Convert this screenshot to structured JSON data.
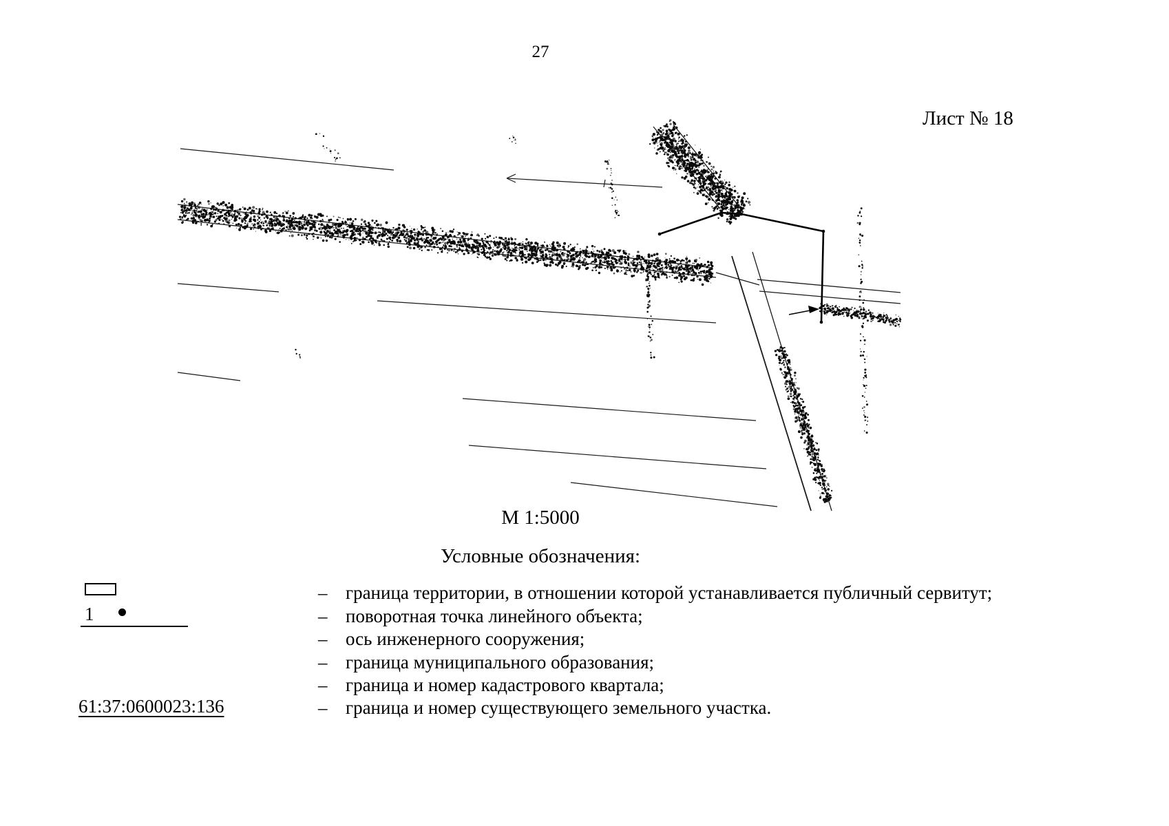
{
  "page": {
    "number": "27",
    "sheet_label": "Лист № 18",
    "scale_label": "М 1:5000"
  },
  "legend": {
    "title": "Условные обозначения:",
    "dash": "–",
    "items": [
      "граница территории, в отношении которой устанавливается публичный сервитут;",
      "поворотная точка линейного объекта;",
      "ось инженерного сооружения;",
      "граница муниципального образования;",
      "граница и номер кадастрового квартала;",
      "граница и номер существующего земельного участка."
    ],
    "symbols": {
      "point_number": "1",
      "parcel_number": "61:37:0600023:136"
    }
  },
  "colors": {
    "ink": "#111111"
  }
}
